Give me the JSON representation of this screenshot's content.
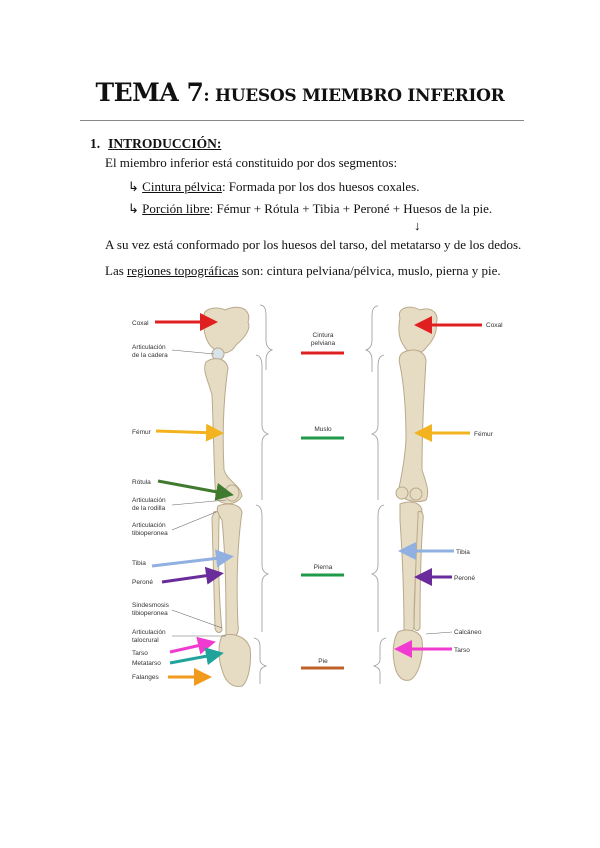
{
  "title": {
    "main": "TEMA 7",
    "sub": ": HUESOS MIEMBRO INFERIOR"
  },
  "section": {
    "number": "1.",
    "label": "INTRODUCCIÓN:"
  },
  "intro": "El miembro inferior está constituido por dos segmentos:",
  "bullets": [
    {
      "arrow": "↳",
      "term": "Cintura pélvica",
      "text": ": Formada por los dos huesos coxales."
    },
    {
      "arrow": "↳",
      "term": "Porción libre",
      "text": ": Fémur + Rótula + Tibia + Peroné + Huesos de la pie."
    }
  ],
  "down_arrow": "↓",
  "composition": "A su vez está conformado por los huesos del tarso, del metatarso y de los dedos.",
  "regions": {
    "prefix": "Las ",
    "term": "regiones topográficas",
    "text": " son: cintura pelviana/pélvica, muslo, pierna y pie."
  },
  "figure": {
    "left_labels": {
      "coxal": "Coxal",
      "cadera_1": "Articulación",
      "cadera_2": "de la cadera",
      "femur": "Fémur",
      "rotula": "Rótula",
      "rodilla_1": "Articulación",
      "rodilla_2": "de la rodilla",
      "tibioperonea_1": "Articulación",
      "tibioperonea_2": "tibioperonea",
      "tibia": "Tibia",
      "perone": "Peroné",
      "sindesmosis_1": "Sindesmosis",
      "sindesmosis_2": "tibioperonea",
      "talocrural_1": "Articulación",
      "talocrural_2": "talocrural",
      "tarso": "Tarso",
      "metatarso": "Metatarso",
      "falanges": "Falanges"
    },
    "regions": {
      "cintura_1": "Cintura",
      "cintura_2": "pelviana",
      "muslo": "Muslo",
      "pierna": "Pierna",
      "pie": "Pie"
    },
    "right_labels": {
      "coxal": "Coxal",
      "femur": "Fémur",
      "tibia": "Tibia",
      "perone": "Peroné",
      "calcaneo": "Calcáneo",
      "tarso": "Tarso"
    },
    "colors": {
      "red": "#e02020",
      "yellow": "#f2b31e",
      "green": "#1f9a48",
      "darkgreen": "#3f7a2e",
      "blue": "#8fb0e0",
      "purple": "#6a2c9a",
      "pink": "#f03ad0",
      "teal": "#1fa39a",
      "orange": "#f29a1e",
      "brown": "#c0602a",
      "bone": "#e6dcc4",
      "bone_edge": "#b9a98a"
    }
  }
}
